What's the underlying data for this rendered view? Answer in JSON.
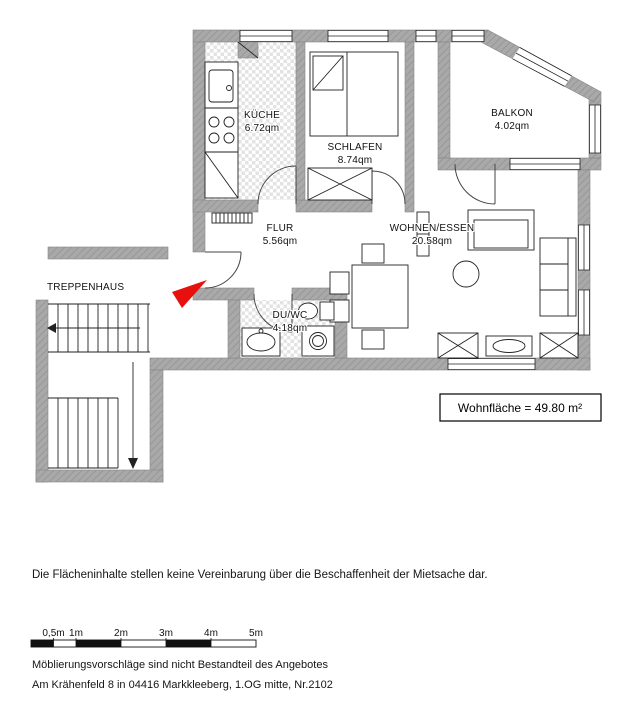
{
  "floor_plan": {
    "rooms": [
      {
        "name": "KÜCHE",
        "area": "6.72qm"
      },
      {
        "name": "SCHLAFEN",
        "area": "8.74qm"
      },
      {
        "name": "BALKON",
        "area": "4.02qm"
      },
      {
        "name": "FLUR",
        "area": "5.56qm"
      },
      {
        "name": "WOHNEN/ESSEN",
        "area": "20.58qm"
      },
      {
        "name": "DU/WC",
        "area": "4.18qm"
      },
      {
        "name": "TREPPENHAUS",
        "area": ""
      }
    ],
    "total_area": "Wohnfläche = 49.80 m²",
    "colors": {
      "wall": "#a9a9a9",
      "entrance_arrow": "#e8100c"
    }
  },
  "scale_bar": {
    "labels": [
      "0,5m",
      "1m",
      "2m",
      "3m",
      "4m",
      "5m"
    ]
  },
  "footer": {
    "disclaimer": "Die Flächeninhalte stellen keine Vereinbarung über die Beschaffenheit der Mietsache dar.",
    "furnishing_note": "Möblierungsvorschläge sind nicht Bestandteil des Angebotes",
    "address": "Am Krähenfeld 8 in 04416 Markkleeberg, 1.OG mitte, Nr.2102"
  }
}
